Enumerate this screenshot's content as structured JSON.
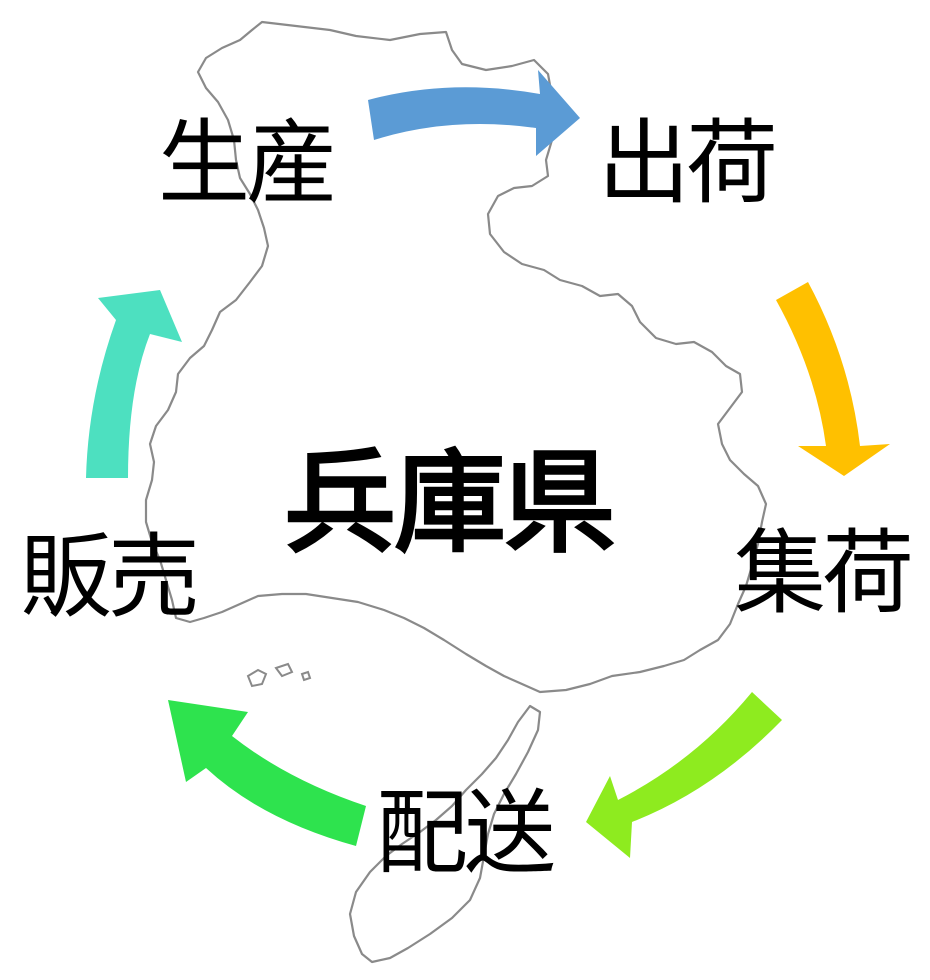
{
  "center_label": "兵庫県",
  "steps": {
    "production": "生産",
    "shipping": "出荷",
    "collection": "集荷",
    "delivery": "配送",
    "sales": "販売"
  },
  "colors": {
    "production_to_shipping": "#5B9BD5",
    "shipping_to_collection": "#FFC000",
    "collection_to_delivery": "#8EEB1F",
    "delivery_to_sales": "#2EE34E",
    "sales_to_production": "#4DE0C0",
    "map_outline": "#8a8a8a"
  },
  "icons": {
    "map": "hyogo-prefecture-map-outline"
  }
}
